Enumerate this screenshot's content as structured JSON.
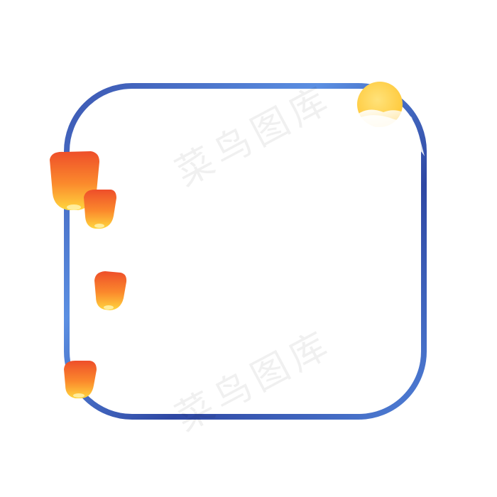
{
  "watermark": {
    "text": "菜鸟图库"
  },
  "colors": {
    "frame_dark": "#3047a0",
    "frame_light": "#5a8be0",
    "lantern_top": "#f0552a",
    "lantern_bottom": "#ffd23c",
    "moon": "#ffd54a"
  },
  "decor": {
    "frame_icon": "rounded-square-frame",
    "lantern_icon": "sky-lantern",
    "moon_icon": "moon",
    "lantern_count": 4
  }
}
